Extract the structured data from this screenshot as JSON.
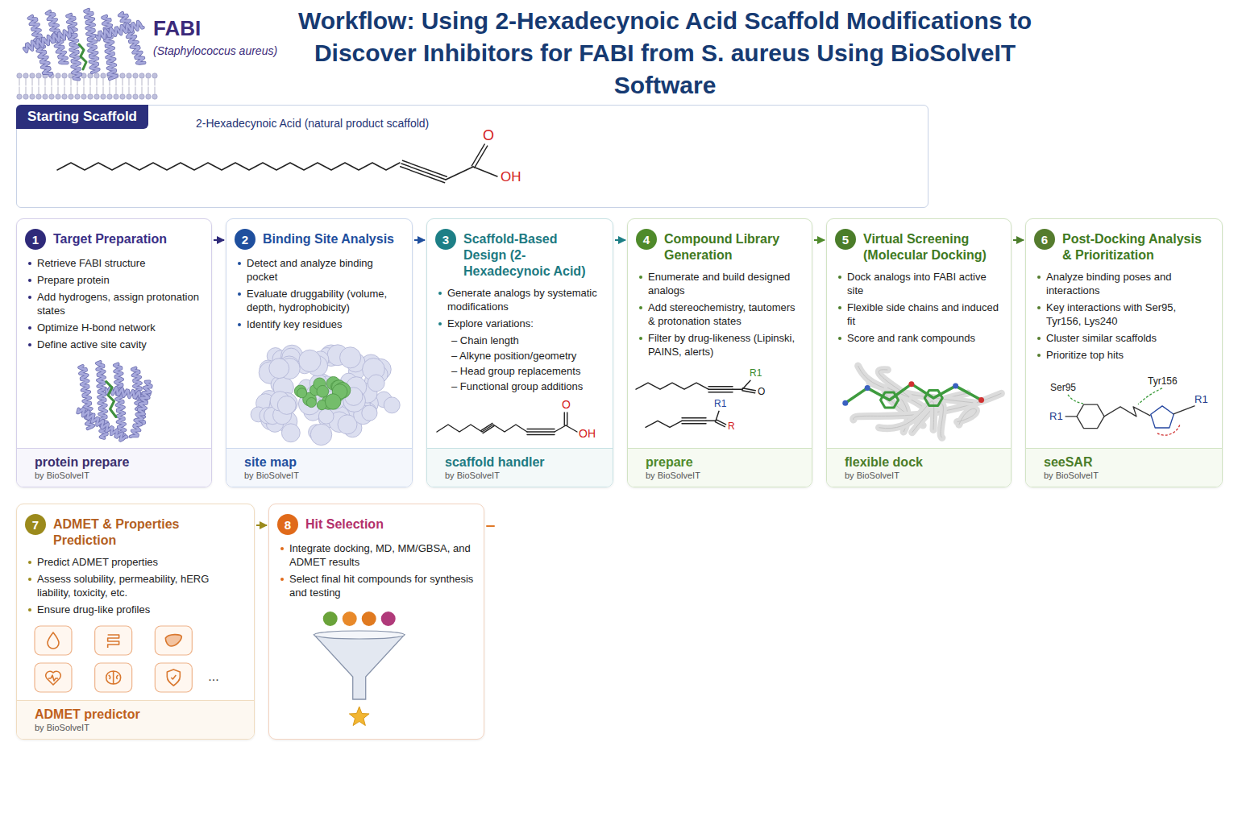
{
  "diagram": {
    "title": "Workflow: Using 2-Hexadecynoic Acid Scaffold Modifications to Discover Inhibitors for FABI from S. aureus Using BioSolveIT Software",
    "nodes": [
      {
        "text": [
          "Starting Scaffold",
          "2-Hexadecynoic Acid (natural product scaffold)"
        ]
      },
      {
        "text": [
          "1",
          "Target Preparation",
          "Retrieve FABI structure",
          "Prepare protein",
          "Add hydrogens, assign protonation states",
          "Optimize H-bond network",
          "Define active site cavity",
          "protein prepare",
          "by BioSolveIT"
        ]
      },
      {
        "text": [
          "2",
          "Binding Site Analysis",
          "Detect and analyze binding pocket",
          "Evaluate druggability (volume, depth, hydrophobicity)",
          "Identify key residues",
          "site map",
          "by BioSolveIT"
        ]
      },
      {
        "text": [
          "3",
          "Scaffold-Based Design (2-Hexadecynoic Acid)",
          "Generate analogs by systematic modifications",
          "Explore variations:",
          "– Chain length",
          "– Alkyne position/geometry",
          "– Head group replacements",
          "– Functional group additions",
          "scaffold handler",
          "by BioSolveIT"
        ]
      },
      {
        "text": [
          "4",
          "Compound Library Generation",
          "Enumerate and build designed analogs",
          "Add stereochemistry, tautomers & protonation states",
          "Filter by drug-likeness (Lipinski, PAINS, alerts)",
          "prepare",
          "by BioSolveIT"
        ]
      },
      {
        "text": [
          "5",
          "Virtual Screening (Molecular Docking)",
          "Dock analogs into FABI active site",
          "Flexible side chains and induced fit",
          "Score and rank compounds",
          "flexible dock",
          "by BioSolveIT"
        ]
      },
      {
        "text": [
          "6",
          "Post-Docking Analysis & Prioritization",
          "Analyze binding poses and interactions",
          "Key interactions with Ser95, Tyr156, Lys240",
          "Cluster similar scaffolds",
          "Prioritize top hits",
          "seeSAR",
          "by BioSolveIT"
        ]
      },
      {
        "text": [
          "7",
          "ADMET & Properties Prediction",
          "Predict ADMET properties",
          "Assess solubility, permeability, hERG liability, toxicity, etc.",
          "Ensure drug-like profiles",
          "ADMET predictor",
          "by BioSolveIT"
        ]
      },
      {
        "text": [
          "8",
          "Hit Selection",
          "Integrate docking, MD, MM/GBSA, and ADMET results",
          "Select final hit compounds for synthesis and testing"
        ]
      }
    ],
    "edges": [
      {
        "from": 1,
        "to": 2,
        "arrow": "to"
      },
      {
        "from": 2,
        "to": 3,
        "arrow": "to"
      },
      {
        "from": 3,
        "to": 4,
        "arrow": "to"
      },
      {
        "from": 4,
        "to": 5,
        "arrow": "to"
      },
      {
        "from": 5,
        "to": 6,
        "arrow": "to"
      },
      {
        "from": 7,
        "to": 8,
        "arrow": "to"
      }
    ],
    "labels": [
      "FABI",
      "(Staphylococcus aureus)",
      "O",
      "OH",
      "O",
      "OH",
      "R1",
      "O",
      "R1",
      "R",
      "Ser95",
      "Tyr156",
      "R1",
      "R1",
      "..."
    ]
  }
}
